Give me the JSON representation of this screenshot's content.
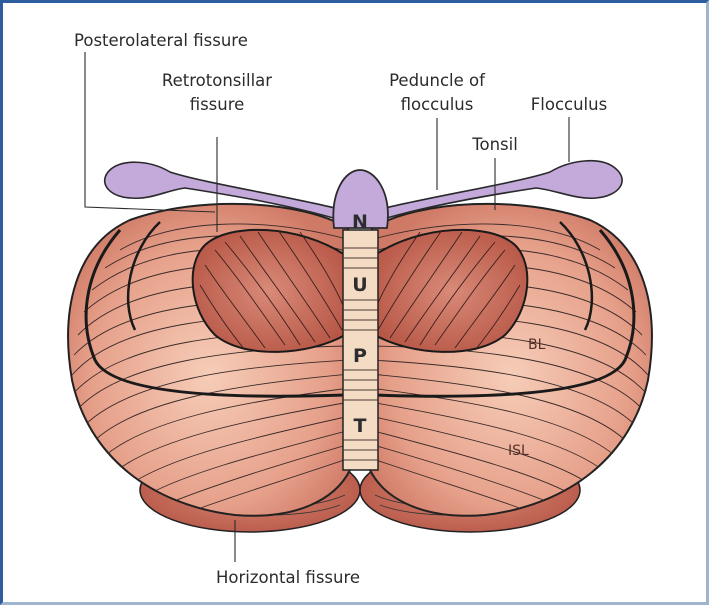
{
  "labels": {
    "posterolateral_fissure": "Posterolateral fissure",
    "retrotonsillar_fissure_line1": "Retrotonsillar",
    "retrotonsillar_fissure_line2": "fissure",
    "peduncle_line1": "Peduncle of",
    "peduncle_line2": "flocculus",
    "flocculus": "Flocculus",
    "tonsil": "Tonsil",
    "horizontal_fissure": "Horizontal fissure",
    "bl": "BL",
    "isl": "ISL"
  },
  "vermis": {
    "n": "N",
    "u": "U",
    "p": "P",
    "t": "T"
  },
  "colors": {
    "lobe": "#e7a892",
    "lobe_dark": "#c9705f",
    "tonsil": "#c8614f",
    "flocculus": "#c3a8da",
    "vermis": "#f3dcc4",
    "border": "#2e5d9f"
  }
}
